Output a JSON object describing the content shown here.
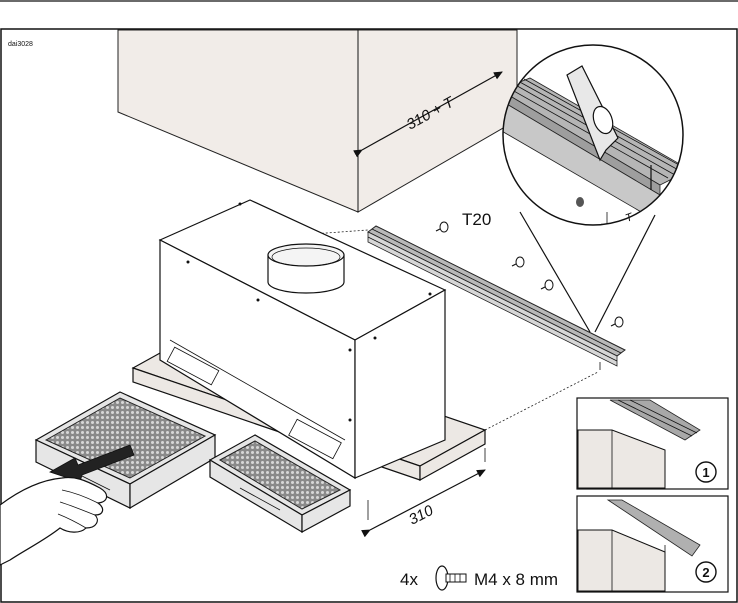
{
  "figure": {
    "code": "dai3028",
    "dimension_top": "310 + T",
    "dimension_bottom": "310",
    "tool_label": "T20",
    "detail_dimension": "T",
    "step_1": "1",
    "step_2": "2",
    "screw_quantity": "4x",
    "screw_spec": "M4 x 8 mm"
  }
}
